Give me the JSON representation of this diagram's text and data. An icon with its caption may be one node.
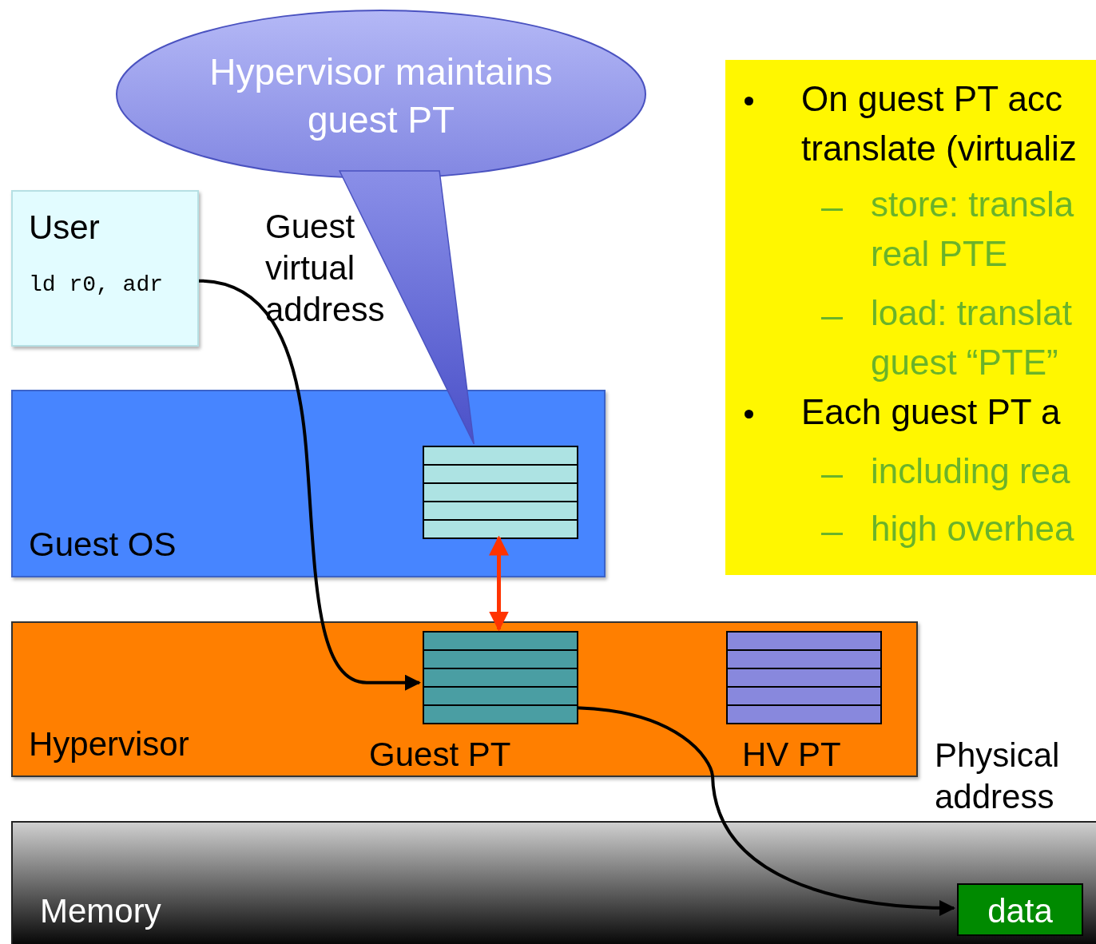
{
  "diagram": {
    "nodes": [
      {
        "text": [
          "Hypervisor maintains guest PT"
        ]
      },
      {
        "text": [
          "User",
          "ld r0, adr"
        ]
      },
      {
        "text": [
          "Guest OS"
        ]
      },
      {
        "text": [],
        "shape": "box",
        "in": 2
      },
      {
        "text": [
          "Hypervisor"
        ]
      },
      {
        "text": [
          "Guest PT"
        ],
        "in": 4
      },
      {
        "text": [
          "HV PT"
        ],
        "in": 4
      },
      {
        "text": [
          "Memory"
        ]
      },
      {
        "text": [
          "data"
        ],
        "in": 7
      },
      {
        "text": [
          "On guest PT acc translate (virtualiz",
          "store: transla real PTE",
          "load: translat guest “PTE”",
          "Each guest PT a",
          "including rea",
          "high overhea"
        ]
      }
    ],
    "edges": [
      {
        "from": 1,
        "to": 5,
        "arrow": "to"
      },
      {
        "from": 5,
        "to": 8,
        "arrow": "to"
      },
      {
        "from": 3,
        "to": 5,
        "arrow": "both",
        "color": "#ff3300"
      },
      {
        "from": 0,
        "to": 3,
        "arrow": "none"
      }
    ],
    "labels": [
      "Guest virtual address",
      "Physical address"
    ]
  }
}
